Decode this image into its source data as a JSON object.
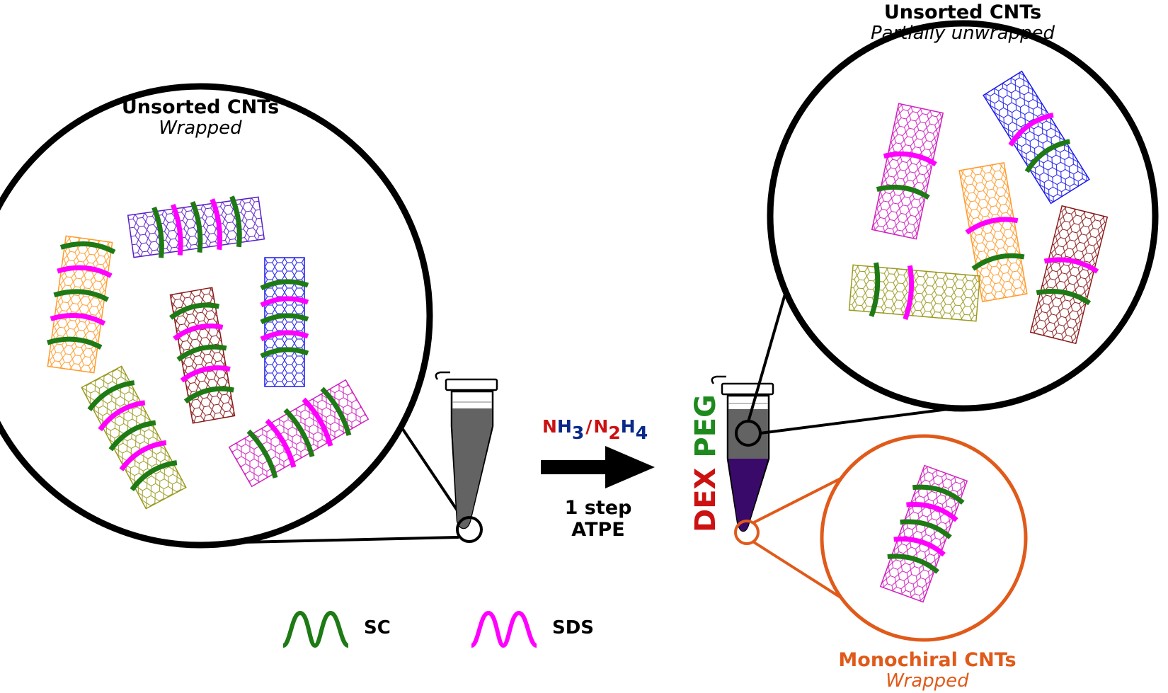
{
  "left_panel": {
    "title": "Unsorted CNTs",
    "subtitle": "Wrapped"
  },
  "right_top_panel": {
    "title": "Unsorted CNTs",
    "subtitle": "Partially unwrapped"
  },
  "right_bottom_panel": {
    "title": "Monochiral CNTs",
    "subtitle": "Wrapped"
  },
  "reagents": {
    "nh": "N",
    "h": "H",
    "h_sub": "3",
    "slash": "/",
    "n2": "N",
    "n2_sub": "2",
    "h4": "H",
    "h4_sub": "4"
  },
  "process": {
    "line1": "1 step",
    "line2": "ATPE"
  },
  "phases": {
    "bottom": "DEX",
    "top": "PEG"
  },
  "legend": [
    {
      "label": "SC",
      "color": "#1e7a14"
    },
    {
      "label": "SDS",
      "color": "#ff00ff"
    }
  ],
  "colors": {
    "sc_wrap": "#1e7a14",
    "sds_wrap": "#ff00ff",
    "monochiral": "#e05a1a",
    "dex_phase": "#3a0a6a",
    "peg_phase": "#636363",
    "tube_orange": "#ff9a2a",
    "tube_purple": "#5a1ec8",
    "tube_maroon": "#8a1a1a",
    "tube_blue": "#1a1aee",
    "tube_olive": "#9a9a20",
    "tube_magenta": "#d020c0",
    "reagent_red": "#cc1111",
    "reagent_blue": "#0a2a8a"
  }
}
